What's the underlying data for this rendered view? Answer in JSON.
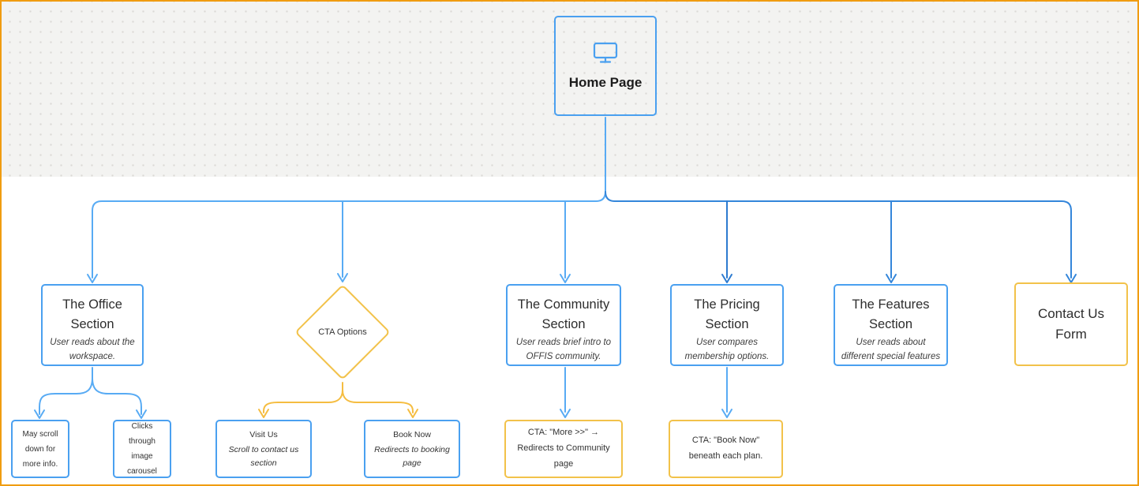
{
  "canvas": {
    "band_background": "#f3f3f1",
    "main_background": "#ffffff",
    "frame_color": "#f09c10"
  },
  "colors": {
    "node_blue": "#4aa0f0",
    "node_yellow": "#f2c24a",
    "edge_light_blue": "#58abf4",
    "edge_blue": "#3486da",
    "edge_dark_blue": "#2d7bd0",
    "edge_yellow": "#f5bd41"
  },
  "root": {
    "title": "Home Page",
    "icon": "monitor-icon"
  },
  "sections": [
    {
      "id": "office",
      "shape": "box",
      "accent": "blue",
      "title": "The Office Section",
      "subtitle": "User reads about the workspace."
    },
    {
      "id": "cta-options",
      "shape": "diamond",
      "accent": "yellow",
      "title": "CTA Options"
    },
    {
      "id": "community",
      "shape": "box",
      "accent": "blue",
      "title": "The Community Section",
      "subtitle": "User reads brief intro to OFFIS community."
    },
    {
      "id": "pricing",
      "shape": "box",
      "accent": "blue",
      "title": "The Pricing Section",
      "subtitle": "User compares membership options."
    },
    {
      "id": "features",
      "shape": "box",
      "accent": "blue",
      "title": "The Features Section",
      "subtitle": "User reads about different special features"
    },
    {
      "id": "contact",
      "shape": "box",
      "accent": "yellow",
      "title": "Contact Us Form"
    }
  ],
  "leaves": [
    {
      "id": "scroll-info",
      "accent": "blue",
      "title": "May scroll down for more info."
    },
    {
      "id": "carousel",
      "accent": "blue",
      "title": "Clicks through image carousel"
    },
    {
      "id": "visit-us",
      "accent": "blue",
      "title": "Visit Us",
      "subtitle": "Scroll to contact us section"
    },
    {
      "id": "book-now",
      "accent": "blue",
      "title": "Book Now",
      "subtitle": "Redirects to booking page"
    },
    {
      "id": "cta-more",
      "accent": "yellow",
      "title": "CTA: \"More >>\" → Redirects to Community page"
    },
    {
      "id": "cta-book-now",
      "accent": "yellow",
      "title": "CTA: \"Book Now\" beneath each plan."
    }
  ]
}
